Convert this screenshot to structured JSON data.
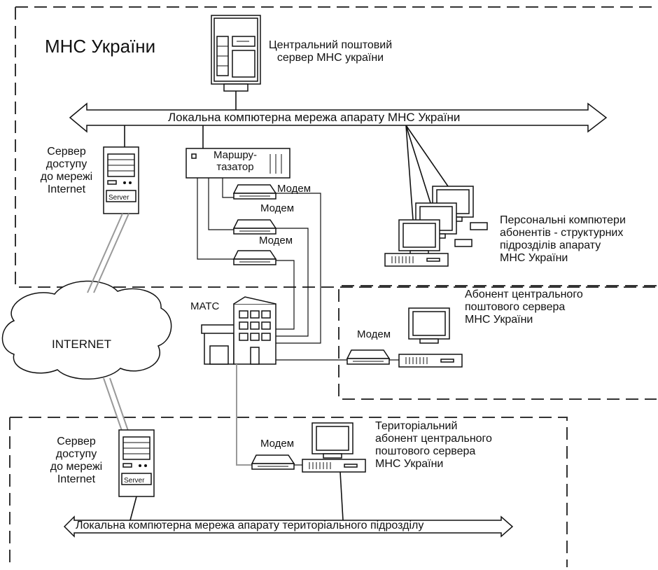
{
  "title": "МНС України",
  "central_server": "Центральний поштовий\nсервер МНС україни",
  "lan_main": "Локальна компютерна мережа апарату МНС України",
  "access_server_top": "Сервер\nдоступу\nдо мережі\nInternet",
  "access_server_bottom": "Сервер\nдоступу\nдо мережі\nInternet",
  "server_tag": "Server",
  "router": "Маршру-\nтазатор",
  "modem_label": "Модем",
  "pcs_label": "Персональні компютери\nабонентів - структурних\nпідрозділів апарату\nМНС України",
  "matc": "МАТС",
  "internet": "INTERNET",
  "subscriber_central": "Абонент центрального\nпоштового сервера\nМНС України",
  "territorial_subscriber": "Територіальний\nабонент центрального\nпоштового сервера\nМНС України",
  "lan_territorial": "Локальна компютерна мережа апарату територіального підрозділу",
  "colors": {
    "line": "#111111",
    "gray_line": "#9a9a9a",
    "fill": "#ffffff"
  }
}
